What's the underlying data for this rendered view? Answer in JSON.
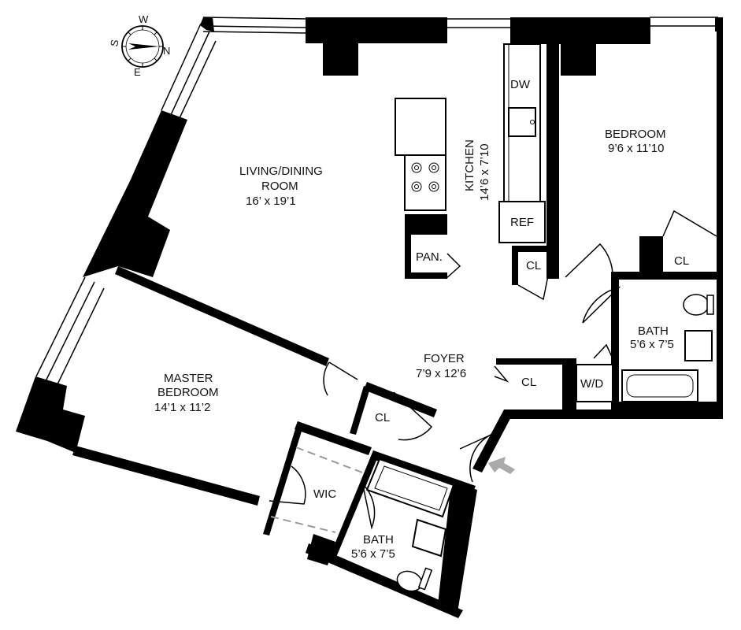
{
  "rooms": {
    "living": {
      "name_line1": "LIVING/DINING",
      "name_line2": "ROOM",
      "size": "16’ x 19’1"
    },
    "kitchen": {
      "name": "KITCHEN",
      "size": "14’6 x 7’10"
    },
    "bedroom": {
      "name": "BEDROOM",
      "size": "9’6 x 11’10"
    },
    "master": {
      "name_line1": "MASTER",
      "name_line2": "BEDROOM",
      "size": "14’1 x 11’2"
    },
    "foyer": {
      "name": "FOYER",
      "size": "7’9 x 12’6"
    },
    "bath1": {
      "name": "BATH",
      "size": "5’6 x 7’5"
    },
    "bath2": {
      "name": "BATH",
      "size": "5’6 x 7’5"
    },
    "wic": {
      "name": "WIC"
    }
  },
  "fixtures": {
    "dw": "DW",
    "ref": "REF",
    "pan": "PAN.",
    "wd": "W/D",
    "cl_kitchen": "CL",
    "cl_bedroom": "CL",
    "cl_foyer": "CL",
    "cl_master": "CL"
  },
  "compass": {
    "w": "W",
    "n": "N",
    "e": "E",
    "s": "S"
  },
  "colors": {
    "walls": "#000000",
    "entry_arrow": "#aaaaaa",
    "background": "#ffffff"
  }
}
